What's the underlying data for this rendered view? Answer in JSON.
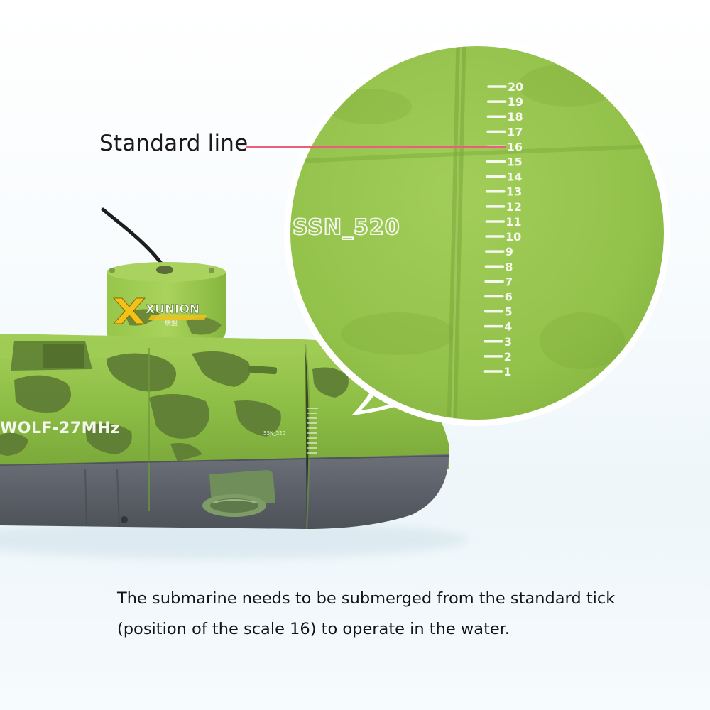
{
  "callout": {
    "label": "Standard line",
    "accent_color": "#e8607a"
  },
  "submarine": {
    "brand": "XUNION",
    "brand_sub": "联盟",
    "model_text": "WOLF-27MHz",
    "hull_code": "SSN_520",
    "hull_color": "#8fbf45",
    "camo_color": "#5e7d35",
    "belly_color": "#5b6068"
  },
  "magnifier": {
    "hull_code": "SSN_520",
    "scale_ticks": [
      "20",
      "19",
      "18",
      "17",
      "16",
      "15",
      "14",
      "13",
      "12",
      "11",
      "10",
      "9",
      "8",
      "7",
      "6",
      "5",
      "4",
      "3",
      "2",
      "1"
    ],
    "standard_tick": "16"
  },
  "caption": {
    "line1": "The submarine needs to be submerged from the standard tick",
    "line2": "(position of the scale 16) to operate in the water."
  }
}
